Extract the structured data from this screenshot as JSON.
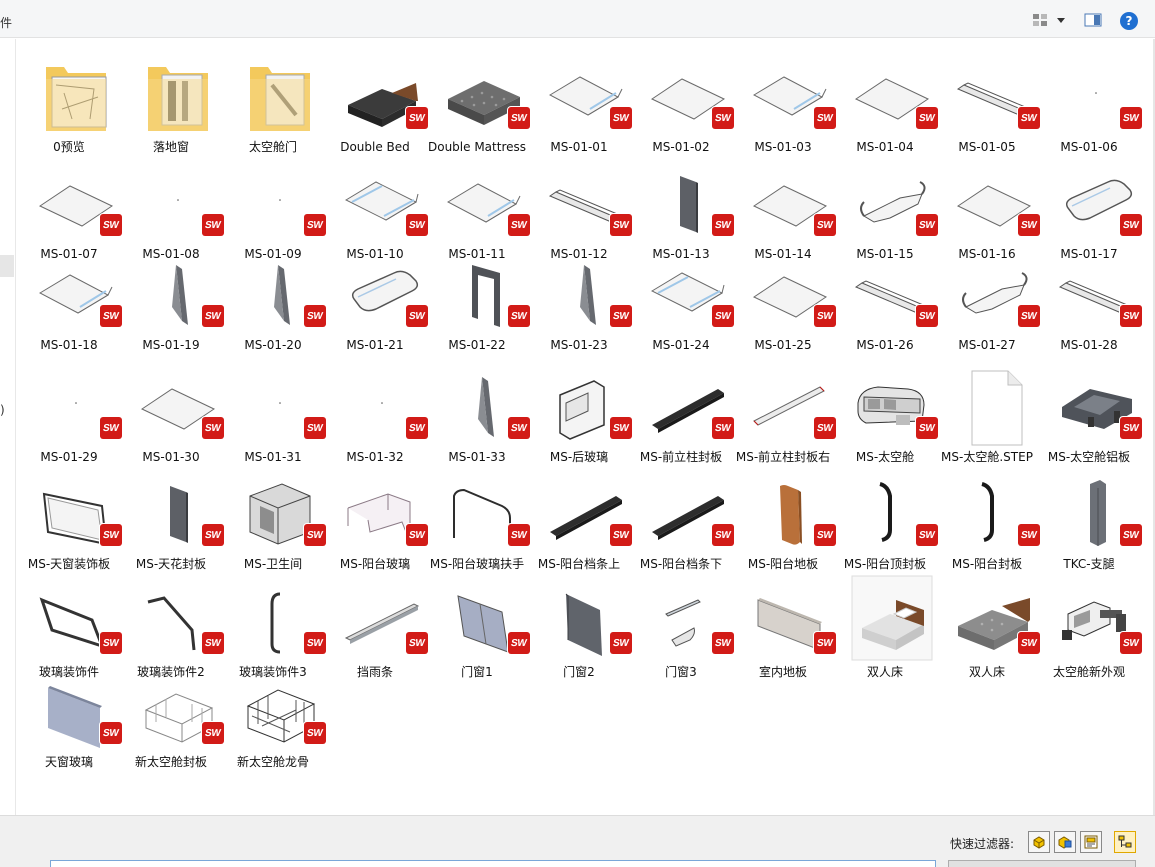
{
  "toolbar": {
    "left_fragment": "件",
    "view_icon": "view-grid-icon",
    "dropdown_icon": "caret-down-icon",
    "preview_pane_icon": "preview-pane-icon",
    "help_label": "?"
  },
  "left_pane": {
    "fragment": ")"
  },
  "badge_text": "SW",
  "items": [
    {
      "label": "0预览",
      "kind": "folder-sketch",
      "badge": false
    },
    {
      "label": "落地窗",
      "kind": "folder-panel",
      "badge": false
    },
    {
      "label": "太空舱门",
      "kind": "folder-door",
      "badge": false
    },
    {
      "label": "Double Bed",
      "kind": "bed-dark",
      "badge": true
    },
    {
      "label": "Double Mattress",
      "kind": "mattress",
      "badge": true
    },
    {
      "label": "MS-01-01",
      "kind": "panel-fold",
      "badge": true
    },
    {
      "label": "MS-01-02",
      "kind": "panel",
      "badge": true
    },
    {
      "label": "MS-01-03",
      "kind": "panel-fold",
      "badge": true
    },
    {
      "label": "MS-01-04",
      "kind": "panel",
      "badge": true
    },
    {
      "label": "MS-01-05",
      "kind": "strip",
      "badge": true
    },
    {
      "label": "MS-01-06",
      "kind": "dot",
      "badge": true
    },
    {
      "label": "MS-01-07",
      "kind": "panel",
      "badge": true
    },
    {
      "label": "MS-01-08",
      "kind": "dot",
      "badge": true
    },
    {
      "label": "MS-01-09",
      "kind": "dot",
      "badge": true
    },
    {
      "label": "MS-01-10",
      "kind": "panel-fold-blue",
      "badge": true
    },
    {
      "label": "MS-01-11",
      "kind": "panel-fold",
      "badge": true
    },
    {
      "label": "MS-01-12",
      "kind": "strip",
      "badge": true
    },
    {
      "label": "MS-01-13",
      "kind": "board-dark",
      "badge": true
    },
    {
      "label": "MS-01-14",
      "kind": "panel",
      "badge": true
    },
    {
      "label": "MS-01-15",
      "kind": "curve-panel",
      "badge": true
    },
    {
      "label": "MS-01-16",
      "kind": "panel",
      "badge": true
    },
    {
      "label": "MS-01-17",
      "kind": "rounded-panel",
      "badge": true
    },
    {
      "label": "MS-01-18",
      "kind": "panel-fold",
      "badge": true
    },
    {
      "label": "MS-01-19",
      "kind": "sliver",
      "badge": true
    },
    {
      "label": "MS-01-20",
      "kind": "sliver",
      "badge": true
    },
    {
      "label": "MS-01-21",
      "kind": "rounded-panel",
      "badge": true
    },
    {
      "label": "MS-01-22",
      "kind": "frame-door",
      "badge": true
    },
    {
      "label": "MS-01-23",
      "kind": "sliver",
      "badge": true
    },
    {
      "label": "MS-01-24",
      "kind": "panel-fold-blue",
      "badge": true
    },
    {
      "label": "MS-01-25",
      "kind": "panel",
      "badge": true
    },
    {
      "label": "MS-01-26",
      "kind": "strip",
      "badge": true
    },
    {
      "label": "MS-01-27",
      "kind": "curve-panel",
      "badge": true
    },
    {
      "label": "MS-01-28",
      "kind": "strip",
      "badge": true
    },
    {
      "label": "MS-01-29",
      "kind": "dot",
      "badge": true
    },
    {
      "label": "MS-01-30",
      "kind": "panel",
      "badge": true
    },
    {
      "label": "MS-01-31",
      "kind": "dot",
      "badge": true
    },
    {
      "label": "MS-01-32",
      "kind": "dot",
      "badge": true
    },
    {
      "label": "MS-01-33",
      "kind": "sliver",
      "badge": true
    },
    {
      "label": "MS-后玻璃",
      "kind": "window-frame",
      "badge": true
    },
    {
      "label": "MS-前立柱封板",
      "kind": "bar-dark",
      "badge": true
    },
    {
      "label": "MS-前立柱封板右",
      "kind": "bar-light",
      "badge": true
    },
    {
      "label": "MS-太空舱",
      "kind": "capsule",
      "badge": true
    },
    {
      "label": "MS-太空舱.STEP",
      "kind": "file",
      "badge": false
    },
    {
      "label": "MS-太空舱铝板",
      "kind": "capsule-dark",
      "badge": true
    },
    {
      "label": "MS-天窗装饰板",
      "kind": "frame-rect",
      "badge": true
    },
    {
      "label": "MS-天花封板",
      "kind": "board-dark",
      "badge": true
    },
    {
      "label": "MS-卫生间",
      "kind": "box",
      "badge": true
    },
    {
      "label": "MS-阳台玻璃",
      "kind": "glass-wrap",
      "badge": true
    },
    {
      "label": "MS-阳台玻璃扶手",
      "kind": "handrail",
      "badge": true
    },
    {
      "label": "MS-阳台档条上",
      "kind": "bar-dark",
      "badge": true
    },
    {
      "label": "MS-阳台档条下",
      "kind": "bar-dark",
      "badge": true
    },
    {
      "label": "MS-阳台地板",
      "kind": "board-wood",
      "badge": true
    },
    {
      "label": "MS-阳台顶封板",
      "kind": "bracket",
      "badge": true
    },
    {
      "label": "MS-阳台封板",
      "kind": "bracket",
      "badge": true
    },
    {
      "label": "TKC-支腿",
      "kind": "post",
      "badge": true
    },
    {
      "label": "玻璃装饰件",
      "kind": "glass-frame",
      "badge": true
    },
    {
      "label": "玻璃装饰件2",
      "kind": "bent-rod",
      "badge": true
    },
    {
      "label": "玻璃装饰件3",
      "kind": "c-rod",
      "badge": true
    },
    {
      "label": "挡雨条",
      "kind": "long-strip",
      "badge": true
    },
    {
      "label": "门窗1",
      "kind": "door-panel",
      "badge": true
    },
    {
      "label": "门窗2",
      "kind": "board-dark2",
      "badge": true
    },
    {
      "label": "门窗3",
      "kind": "small-parts",
      "badge": true
    },
    {
      "label": "室内地板",
      "kind": "floor-board",
      "badge": true
    },
    {
      "label": "双人床",
      "kind": "bed-photo",
      "badge": false
    },
    {
      "label": "双人床",
      "kind": "bed-grey",
      "badge": true
    },
    {
      "label": "太空舱新外观",
      "kind": "capsule-parts",
      "badge": true
    },
    {
      "label": "天窗玻璃",
      "kind": "glass-pane",
      "badge": true
    },
    {
      "label": "新太空舱封板",
      "kind": "wire-frame",
      "badge": true
    },
    {
      "label": "新太空舱龙骨",
      "kind": "wire-cage",
      "badge": true
    }
  ],
  "footer": {
    "filter_label": "快速过滤器:",
    "filter_icons": [
      "filter-part-icon",
      "filter-assembly-icon",
      "filter-drawing-icon",
      "filter-top-level-icon"
    ]
  }
}
